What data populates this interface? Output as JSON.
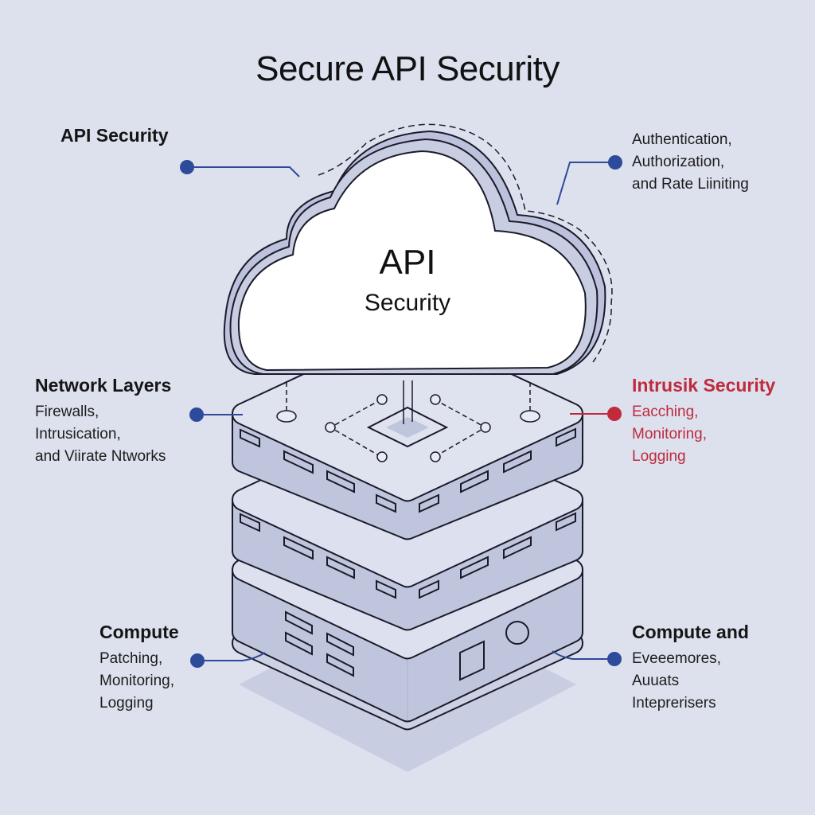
{
  "title": "Secure API Security",
  "cloud": {
    "title": "API",
    "subtitle": "Security"
  },
  "callouts": {
    "top_left": {
      "heading": "API Security",
      "lines": []
    },
    "top_right": {
      "heading": "",
      "lines": [
        "Authentication,",
        "Authorization,",
        "and Rate Liiniting"
      ]
    },
    "mid_left": {
      "heading": "Network Layers",
      "lines": [
        "Firewalls,",
        "Intrusication,",
        "and Viirate Ntworks"
      ]
    },
    "mid_right": {
      "heading": "Intrusik Security",
      "lines": [
        "Eacching,",
        "Monitoring,",
        "Logging"
      ]
    },
    "bottom_left": {
      "heading": "Compute",
      "lines": [
        "Patching,",
        "Monitoring,",
        "Logging"
      ]
    },
    "bottom_right": {
      "heading": "Compute and",
      "lines": [
        "Eveeemores,",
        "Auuats",
        "Inteprerisers"
      ]
    }
  },
  "colors": {
    "background": "#dde1ee",
    "connector_blue": "#2e4a9a",
    "accent_red": "#c22a3c",
    "server_fill": "#bec4dc",
    "server_top": "#dde0ee",
    "outline": "#1a1a2a"
  },
  "icons": {
    "cloud": "cloud-icon",
    "server_stack": "server-stack-icon",
    "connector_dot": "connector-dot-icon"
  }
}
